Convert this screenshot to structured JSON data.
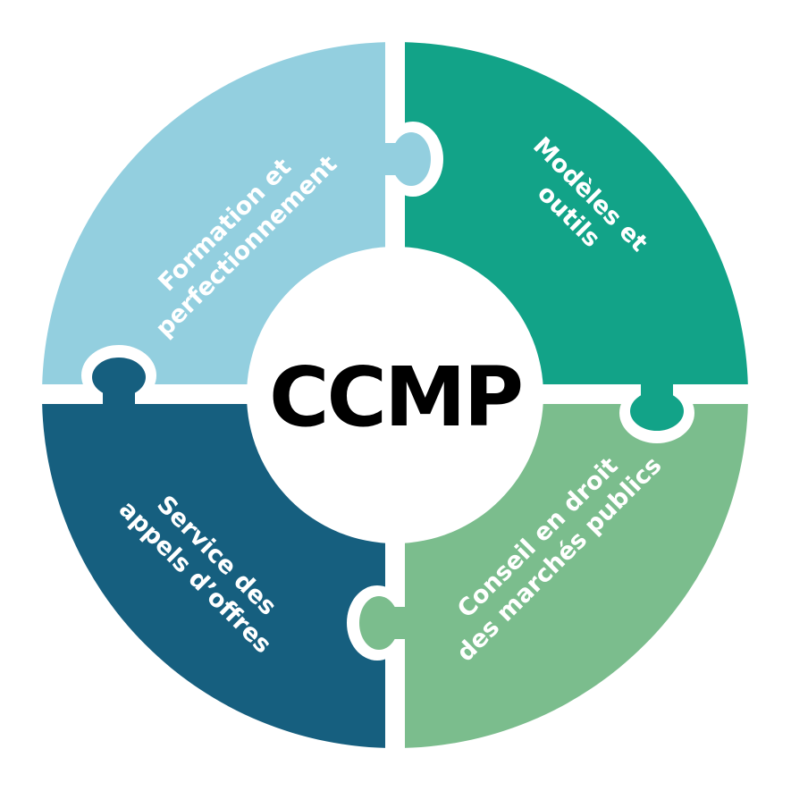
{
  "center_label": "CCMP",
  "colors": {
    "formation": "#93CFDF",
    "modeles": "#12A388",
    "conseil": "#7BBD8D",
    "service": "#165F7F",
    "background": "#FFFFFF",
    "center_text": "#000000"
  },
  "segments": [
    {
      "key": "formation",
      "lines": [
        "Formation et",
        "perfectionnement"
      ]
    },
    {
      "key": "modeles",
      "lines": [
        "Modèles et",
        "outils"
      ]
    },
    {
      "key": "conseil",
      "lines": [
        "Conseil en droit",
        "des marchés publics"
      ]
    },
    {
      "key": "service",
      "lines": [
        "Service des",
        "appels d’offres"
      ]
    }
  ]
}
